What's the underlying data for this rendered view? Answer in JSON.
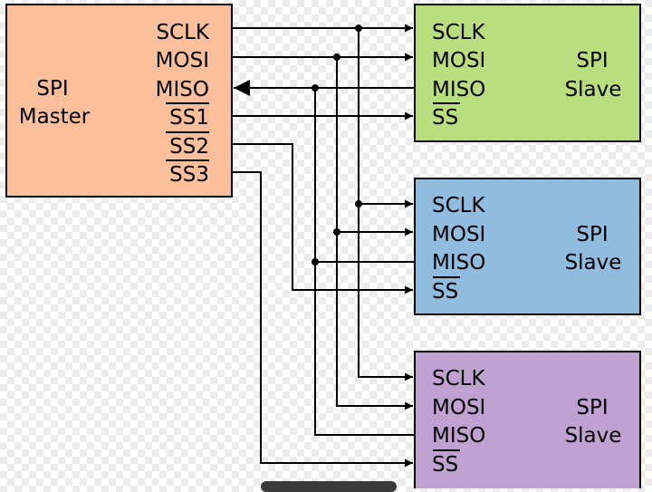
{
  "master": {
    "title_line1": "SPI",
    "title_line2": "Master",
    "color": "#fbbf9b",
    "pins": {
      "sclk": "SCLK",
      "mosi": "MOSI",
      "miso": "MISO",
      "ss1": "SS1",
      "ss2": "SS2",
      "ss3": "SS3"
    }
  },
  "slaves": [
    {
      "title_line1": "SPI",
      "title_line2": "Slave",
      "color": "#b9de7e",
      "pins": {
        "sclk": "SCLK",
        "mosi": "MOSI",
        "miso": "MISO",
        "ss": "SS"
      }
    },
    {
      "title_line1": "SPI",
      "title_line2": "Slave",
      "color": "#90bce0",
      "pins": {
        "sclk": "SCLK",
        "mosi": "MOSI",
        "miso": "MISO",
        "ss": "SS"
      }
    },
    {
      "title_line1": "SPI",
      "title_line2": "Slave",
      "color": "#c0a1d2",
      "pins": {
        "sclk": "SCLK",
        "mosi": "MOSI",
        "miso": "MISO",
        "ss": "SS"
      }
    }
  ]
}
